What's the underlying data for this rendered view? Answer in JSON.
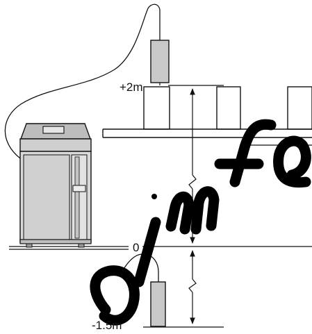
{
  "labels": {
    "height_above": "+2m",
    "ground_level": "0",
    "height_below": "-1.5m"
  },
  "colors": {
    "line": "#111111",
    "printer_body": "#d9d9d9",
    "printer_panel": "#c4c4c4",
    "printhead": "#c8c8c8",
    "box_fill": "#ffffff",
    "watermark": "#000000"
  },
  "icons": {
    "flow_direction": "arrow-left-icon",
    "dimension_marker": "double-arrow-vertical-icon"
  },
  "watermark": {
    "visible": true,
    "style": "large cursive letters over the drawing"
  }
}
